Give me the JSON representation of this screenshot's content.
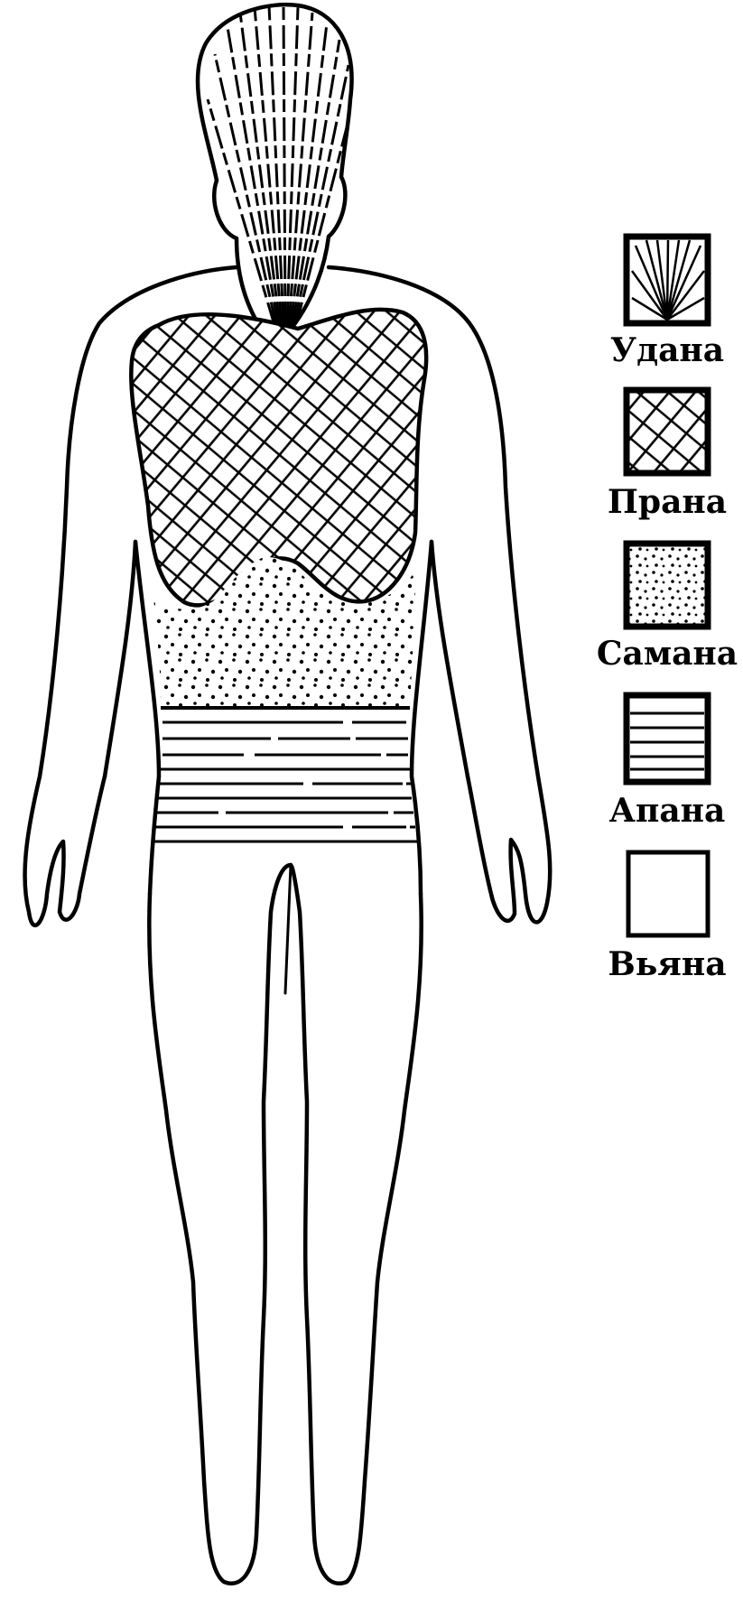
{
  "diagram": {
    "zones": [
      {
        "key": "udana",
        "label": "Удана",
        "pattern": "radiating-lines"
      },
      {
        "key": "prana",
        "label": "Прана",
        "pattern": "crosshatch"
      },
      {
        "key": "samana",
        "label": "Самана",
        "pattern": "dots"
      },
      {
        "key": "apana",
        "label": "Апана",
        "pattern": "horizontal-lines"
      },
      {
        "key": "vyana",
        "label": "Вьяна",
        "pattern": "blank"
      }
    ],
    "colors": {
      "ink": "#000000",
      "paper": "#ffffff"
    }
  }
}
